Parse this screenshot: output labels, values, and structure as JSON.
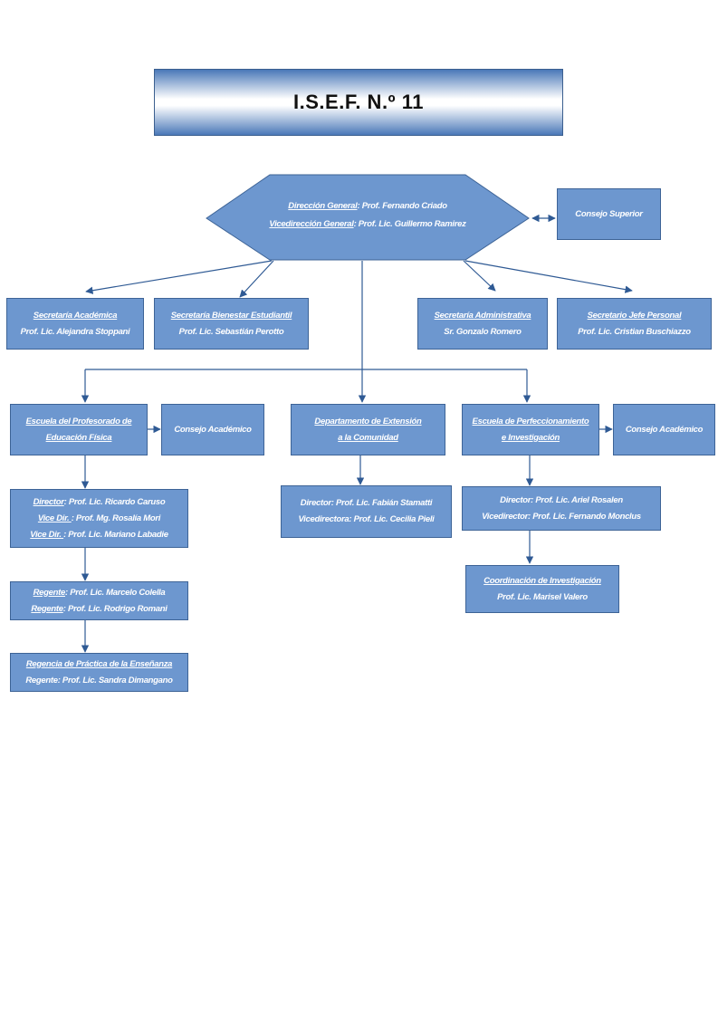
{
  "title": "I.S.E.F. N.º 11",
  "direccion": {
    "line1_label": "Dirección General",
    "line1_value": ": Prof. Fernando Criado",
    "line2_label": "Vicedirección General",
    "line2_value": ": Prof. Lic. Guillermo Ramirez"
  },
  "consejo_superior": "Consejo Superior",
  "secretarias": [
    {
      "title": "Secretaría Académica",
      "person": "Prof. Lic. Alejandra Stoppani"
    },
    {
      "title": "Secretaría Bienestar Estudiantil",
      "person": "Prof. Lic. Sebastián Perotto"
    },
    {
      "title": "Secretaría Administrativa",
      "person": "Sr. Gonzalo Romero"
    },
    {
      "title": "Secretario Jefe Personal",
      "person": "Prof. Lic. Cristian Buschiazzo"
    }
  ],
  "escuela_profesorado": {
    "line1": "Escuela del Profesorado de",
    "line2": "Educación Física"
  },
  "consejo_academico_1": "Consejo Académico",
  "departamento": {
    "line1": "Departamento de Extensión",
    "line2": "a la Comunidad"
  },
  "escuela_perfeccionamiento": {
    "line1": "Escuela de Perfeccionamiento",
    "line2": "e Investigación"
  },
  "consejo_academico_2": "Consejo Académico",
  "profesorado_direccion": {
    "r1_label": "Director",
    "r1_value": ": Prof. Lic. Ricardo Caruso",
    "r2_label": "Vice Dir. ",
    "r2_value": ": Prof. Mg. Rosalía Mori",
    "r3_label": "Vice Dir. ",
    "r3_value": ": Prof. Lic. Mariano Labadie"
  },
  "regentes": {
    "r1_label": "Regente",
    "r1_value": ": Prof. Lic. Marcelo Colella",
    "r2_label": "Regente",
    "r2_value": ": Prof. Lic. Rodrigo Romani"
  },
  "regencia_practica": {
    "title": "Regencia de Práctica de la Enseñanza",
    "person": "Regente: Prof. Lic. Sandra Dimangano"
  },
  "extension_direccion": {
    "line1": "Director: Prof. Lic. Fabián Stamatti",
    "line2": "Vicedirectora: Prof. Lic. Cecilia Pieli"
  },
  "perfeccionamiento_direccion": {
    "line1": "Director: Prof. Lic. Ariel Rosalen",
    "line2": "Vicedirector: Prof. Lic. Fernando Monclus"
  },
  "coordinacion": {
    "title": "Coordinación de Investigación",
    "person": "Prof. Lic. Marisel Valero"
  },
  "colors": {
    "box_fill": "#6d97cf",
    "box_border": "#3d6396",
    "connector": "#2f5a94"
  }
}
